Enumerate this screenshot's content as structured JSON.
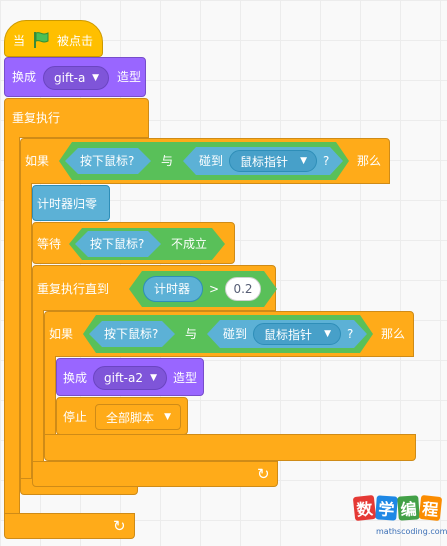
{
  "hat": {
    "when": "当",
    "clicked": "被点击"
  },
  "switch1": {
    "label": "换成",
    "costume": "gift-a",
    "suffix": "造型"
  },
  "forever": {
    "label": "重复执行"
  },
  "if1": {
    "if_label": "如果",
    "key_pressed": "按下鼠标?",
    "and_label": "与",
    "touching_label": "碰到",
    "touching_target": "鼠标指针",
    "question": "?",
    "then_label": "那么"
  },
  "reset_timer": {
    "label": "计时器归零"
  },
  "wait_until": {
    "label": "等待",
    "key_pressed": "按下鼠标?",
    "not_label": "不成立"
  },
  "repeat_until": {
    "label": "重复执行直到",
    "timer": "计时器",
    "gt": ">",
    "value": "0.2"
  },
  "if2": {
    "if_label": "如果",
    "key_pressed": "按下鼠标?",
    "and_label": "与",
    "touching_label": "碰到",
    "touching_target": "鼠标指针",
    "question": "?",
    "then_label": "那么"
  },
  "switch2": {
    "label": "换成",
    "costume": "gift-a2",
    "suffix": "造型"
  },
  "stop": {
    "label": "停止",
    "option": "全部脚本"
  },
  "loop_arrow": "↻",
  "watermark": {
    "title": "数学编程",
    "url": "mathscoding.com"
  },
  "colors": {
    "control": "#ffab19",
    "events": "#ffbf00",
    "looks": "#9966ff",
    "sensing": "#5cb1d6",
    "operators": "#59c059"
  }
}
